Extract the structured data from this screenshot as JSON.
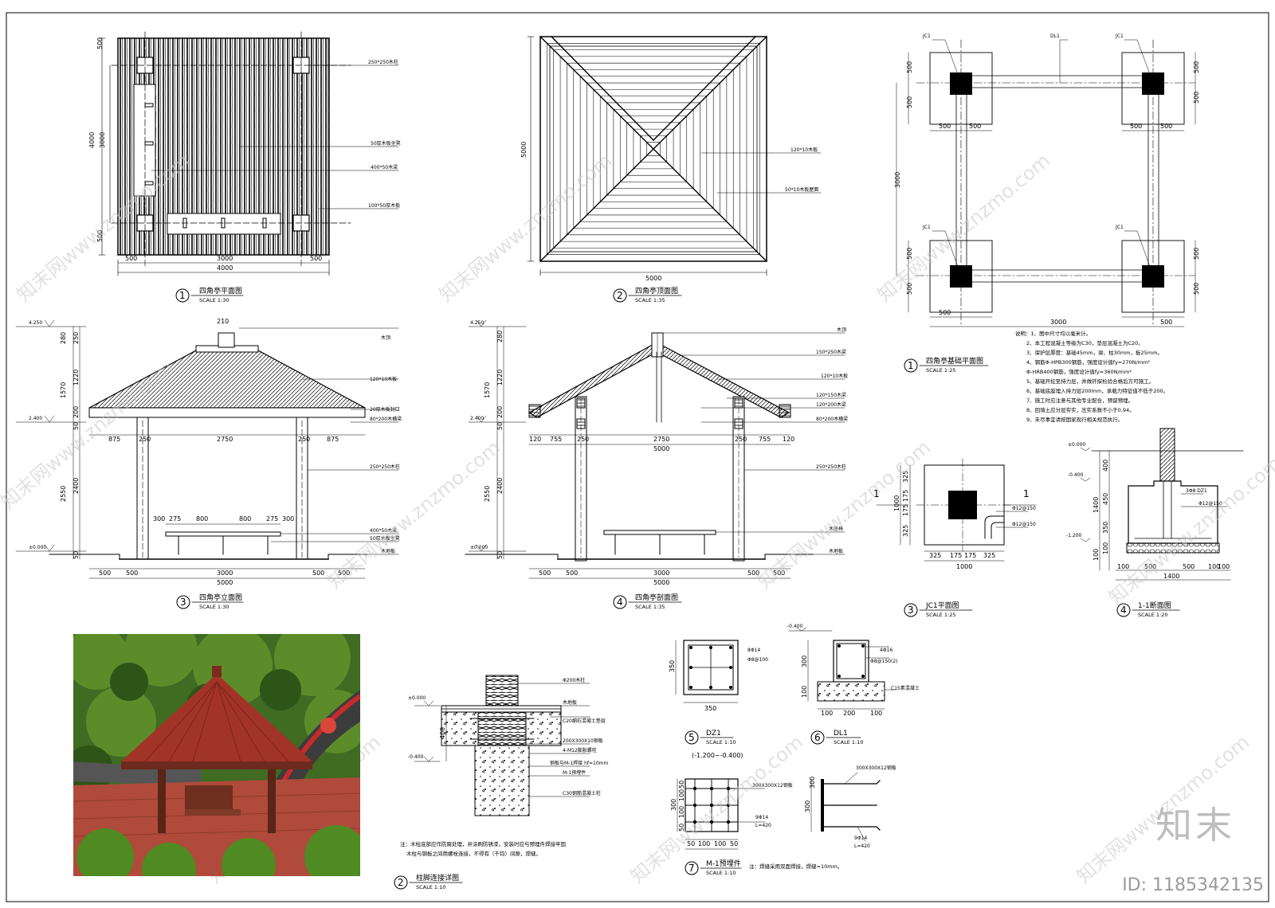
{
  "drawings": {
    "plan": {
      "num": "1",
      "title": "四角亭平面图",
      "scale": "SCALE    1:30",
      "dims": {
        "d500a": "500",
        "d4000v": "4000",
        "d3000v": "3000",
        "d500b": "500",
        "d500c": "500",
        "d3000h": "3000",
        "d500d": "500",
        "d4000h": "4000"
      },
      "callouts": [
        "250*250木柱",
        "50厚木板坐凳",
        "400*50木梁",
        "100*50厚木板"
      ]
    },
    "roof": {
      "num": "2",
      "title": "四角亭顶面图",
      "scale": "SCALE    1:35",
      "dims": {
        "v": "5000",
        "h": "5000"
      },
      "callouts": [
        "120*10木板",
        "50*10木板屋面"
      ]
    },
    "foundation": {
      "num": "1",
      "title": "四角亭基础平面图",
      "scale": "SCALE    1:25",
      "tags": [
        "JC1",
        "DL1",
        "JC1",
        "JC1",
        "JC1"
      ],
      "dims": [
        "500",
        "500",
        "500",
        "500",
        "3000",
        "500",
        "500",
        "500",
        "500",
        "500",
        "500",
        "500",
        "500",
        "3000",
        "500",
        "500"
      ]
    },
    "elevation": {
      "num": "3",
      "title": "四角亭立面图",
      "scale": "SCALE    1:30",
      "levels": [
        "4.250",
        "2.400",
        "±0.000"
      ],
      "dims": [
        "210",
        "250",
        "280",
        "1570",
        "1220",
        "200",
        "50",
        "2550",
        "2400",
        "50",
        "875",
        "250",
        "2750",
        "250",
        "875",
        "300",
        "275",
        "800",
        "800",
        "275",
        "300",
        "500",
        "500",
        "3000",
        "500",
        "500",
        "5000"
      ],
      "callouts": [
        "木顶",
        "120*10木板",
        "20厚木板封口",
        "80*200木横梁",
        "250*250木柱",
        "400*50木梁",
        "50厚木板坐凳",
        "木地板"
      ]
    },
    "section": {
      "num": "4",
      "title": "四角亭剖面图",
      "scale": "SCALE    1:35",
      "levels": [
        "4.250",
        "2.400",
        "±0.000"
      ],
      "dims": [
        "280",
        "1570",
        "1220",
        "200",
        "50",
        "2550",
        "2400",
        "50",
        "120",
        "755",
        "250",
        "2750",
        "250",
        "755",
        "120",
        "5000",
        "500",
        "500",
        "3000",
        "500",
        "500",
        "5000"
      ],
      "callouts": [
        "木顶",
        "150*250木梁",
        "120*10木板",
        "120*150木梁",
        "120*200木梁",
        "80*200木横梁",
        "250*250木柱",
        "木座椅",
        "木地板"
      ]
    },
    "notes": {
      "title": "说明：1、图中尺寸均以毫米计。",
      "lines": [
        "2、本工程混凝土等级为C30，垫层混凝土为C20。",
        "3、保护层厚度：基础45mm，梁、柱30mm，板25mm。",
        "4、钢筋Φ-HPB300钢筋，强度设计值fy=270N/mm²",
        "   Φ-HRB400钢筋，强度设计值fy=360N/mm²",
        "5、基础开挖至持力层，并做钎探检验合格后方可施工。",
        "6、基础底座埋入持力层200mm，承载力特征值不低于200。",
        "7、施工时应注意与其他专业配合，预留预埋。",
        "8、回填土应分层夯实，压实系数不小于0.94。",
        "9、未尽事宜请按国家现行相关规范执行。"
      ]
    },
    "jc1": {
      "num": "3",
      "title": "JC1平面图",
      "scale": "SCALE    1:25",
      "dims": [
        "1000",
        "325",
        "175",
        "175",
        "325",
        "325",
        "175",
        "175",
        "325",
        "1000"
      ],
      "marks": [
        "1",
        "1"
      ],
      "rebars": [
        "Φ12@150",
        "Φ12@150"
      ]
    },
    "sec11": {
      "num": "4",
      "title": "1-1断面图",
      "scale": "SCALE    1:20",
      "levels": [
        "±0.000",
        "-0.400",
        "-1.200"
      ],
      "dims": [
        "400",
        "1400",
        "450",
        "350",
        "100",
        "100",
        "100",
        "500",
        "500",
        "100",
        "100",
        "1400"
      ],
      "rebars": [
        "3Φ8 DZ1",
        "Φ12@150"
      ]
    },
    "footing": {
      "num": "2",
      "title": "柱脚连接详图",
      "scale": "SCALE    1:10",
      "levels": [
        "±0.000",
        "-0.400"
      ],
      "dims": [
        "400"
      ],
      "callouts": [
        "Φ200木柱",
        "木地板",
        "C20细石混凝土垫层",
        "200X300X10钢板",
        "4-M12膨胀螺栓",
        "钢板与M-1焊接 hf=10mm",
        "M-1预埋件",
        "C30钢筋混凝土柱"
      ],
      "note1": "注：木柱底部应作防腐处理，并涂刷防锈漆，安装时应与预埋件焊接牢固",
      "note2": "木柱与钢板之间用螺栓连接，不得有（千钧）间隙，焊缝。"
    },
    "dz1": {
      "num": "5",
      "title": "DZ1",
      "scale": "SCALE    1:10",
      "dims": [
        "350",
        "350"
      ],
      "rebars": [
        "8Φ14",
        "Φ8@100"
      ],
      "range": "(-1.200~-0.400)"
    },
    "dl1": {
      "num": "6",
      "title": "DL1",
      "scale": "SCALE    1:10",
      "level": "-0.400",
      "dims": [
        "300",
        "100",
        "100",
        "200",
        "100"
      ],
      "rebars": [
        "4Φ16",
        "Φ8@150(2)",
        "C15素混凝土"
      ]
    },
    "m1": {
      "num": "7",
      "title": "M-1预埋件",
      "scale": "SCALE    1:10",
      "dims": [
        "300",
        "50",
        "100",
        "100",
        "50",
        "50",
        "100",
        "100",
        "50",
        "300",
        "300"
      ],
      "callouts": [
        "300X300X12钢板",
        "9Φ14",
        "L=420",
        "300X300X12钢板",
        "9Φ14",
        "L=420"
      ],
      "note": "注：焊缝采用双面焊接，焊缝=10mm。"
    }
  },
  "watermark": {
    "text": "知末网www.znzmo.com"
  },
  "brand": {
    "logo": "知末",
    "id": "ID: 1185342135"
  }
}
